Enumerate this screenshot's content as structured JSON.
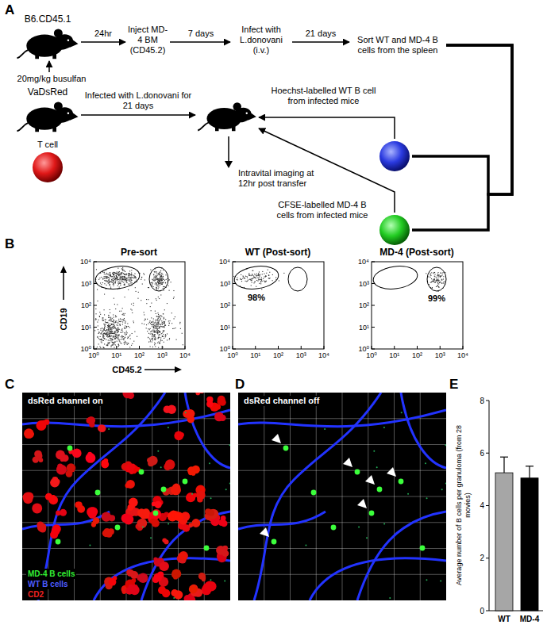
{
  "diagram": {
    "nodes": [
      {
        "text": [
          "B6.CD45.1"
        ]
      },
      {
        "text": [
          "20mg/kg busulfan"
        ]
      },
      {
        "text": [
          "Inject MD-4 BM (CD45.2)"
        ]
      },
      {
        "text": [
          "Infect with L.donovani (i.v.)"
        ]
      },
      {
        "text": [
          "Sort WT and MD-4 B cells from the spleen"
        ]
      },
      {
        "text": [
          "VaDsRed"
        ]
      },
      {
        "text": [
          "T cell"
        ]
      },
      {
        "text": [
          "Intravital imaging at 12hr post transfer"
        ]
      },
      {
        "text": [
          "Hoechst-labelled WT B cell from infected mice"
        ]
      },
      {
        "text": [
          "CFSE-labelled MD-4 B cells from infected mice"
        ]
      }
    ],
    "edges": [
      {
        "from": 1,
        "to": 0,
        "arrow": "to"
      },
      {
        "from": 0,
        "to": 2,
        "label": "24hr",
        "arrow": "to"
      },
      {
        "from": 2,
        "to": 3,
        "label": "7 days",
        "arrow": "to"
      },
      {
        "from": 3,
        "to": 4,
        "label": "21 days",
        "arrow": "to"
      },
      {
        "from": 5,
        "to": 7,
        "label": "Infected with L.donovani for 21 days",
        "arrow": "to"
      },
      {
        "from": 8,
        "to": 7,
        "arrow": "to"
      },
      {
        "from": 9,
        "to": 7,
        "arrow": "to"
      },
      {
        "from": 4,
        "to": 8,
        "arrow": "none"
      },
      {
        "from": 4,
        "to": 9,
        "arrow": "none"
      }
    ],
    "labels": [
      "A",
      "B",
      "Pre-sort",
      "WT (Post-sort)",
      "MD-4 (Post-sort)",
      "CD19",
      "CD45.2",
      "98%",
      "99%",
      "10⁴",
      "10³",
      "10²",
      "10¹",
      "10⁰",
      "10⁰",
      "10¹",
      "10²",
      "10³",
      "10⁴",
      "10⁴",
      "10³",
      "10²",
      "10¹",
      "10⁰",
      "10⁰",
      "10¹",
      "10²",
      "10³",
      "10⁴",
      "10⁴",
      "10³",
      "10²",
      "10¹",
      "10⁰",
      "10⁰",
      "10¹",
      "10²",
      "10³",
      "10⁴",
      "C",
      "dsRed channel on",
      "D",
      "dsRed channel off",
      "E",
      "Average number of B cells per granuloma (from 28 movies)",
      "0",
      "2",
      "4",
      "6",
      "8",
      "WT",
      "MD-4"
    ],
    "legend": [
      {
        "text": "MD-4 B cells",
        "color": "#33ee33"
      },
      {
        "text": "WT B cells",
        "color": "#4d5cff"
      },
      {
        "text": "CD2",
        "color": "#ee2222"
      }
    ]
  }
}
